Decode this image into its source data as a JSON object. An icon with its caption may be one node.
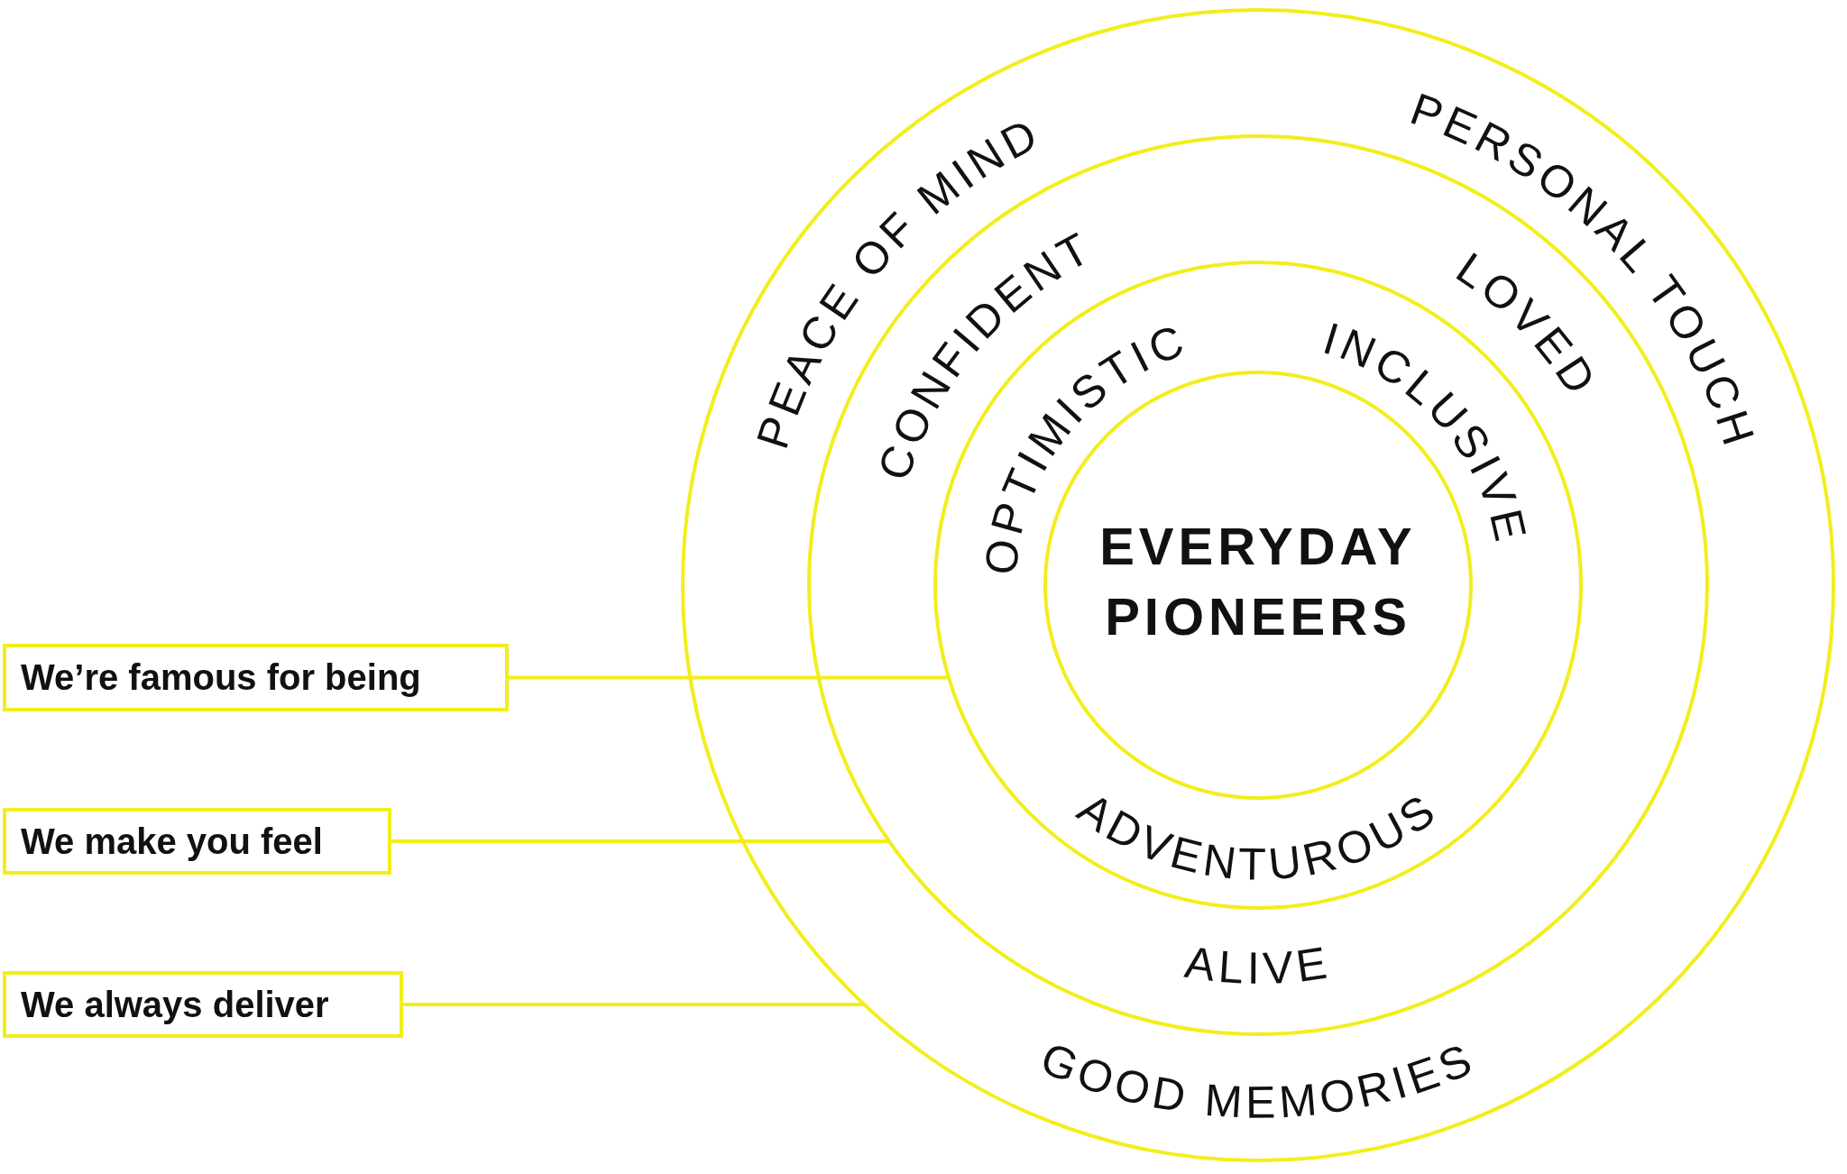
{
  "diagram": {
    "nodes": [
      {
        "text": [
          "PEACE OF MIND",
          "PERSONAL TOUCH",
          "GOOD MEMORIES"
        ]
      },
      {
        "text": [
          "CONFIDENT",
          "LOVED",
          "ALIVE"
        ],
        "in": 0
      },
      {
        "text": [
          "OPTIMISTIC",
          "INCLUSIVE",
          "ADVENTUROUS"
        ],
        "in": 1
      },
      {
        "text": [
          "EVERYDAY PIONEERS"
        ],
        "in": 2
      },
      {
        "text": [
          "We’re famous for being"
        ]
      },
      {
        "text": [
          "We make you feel"
        ]
      },
      {
        "text": [
          "We always deliver"
        ]
      }
    ],
    "edges": [
      {
        "from": 4,
        "to": 2,
        "arrow": "none"
      },
      {
        "from": 5,
        "to": 1,
        "arrow": "none"
      },
      {
        "from": 6,
        "to": 0,
        "arrow": "none"
      }
    ]
  }
}
